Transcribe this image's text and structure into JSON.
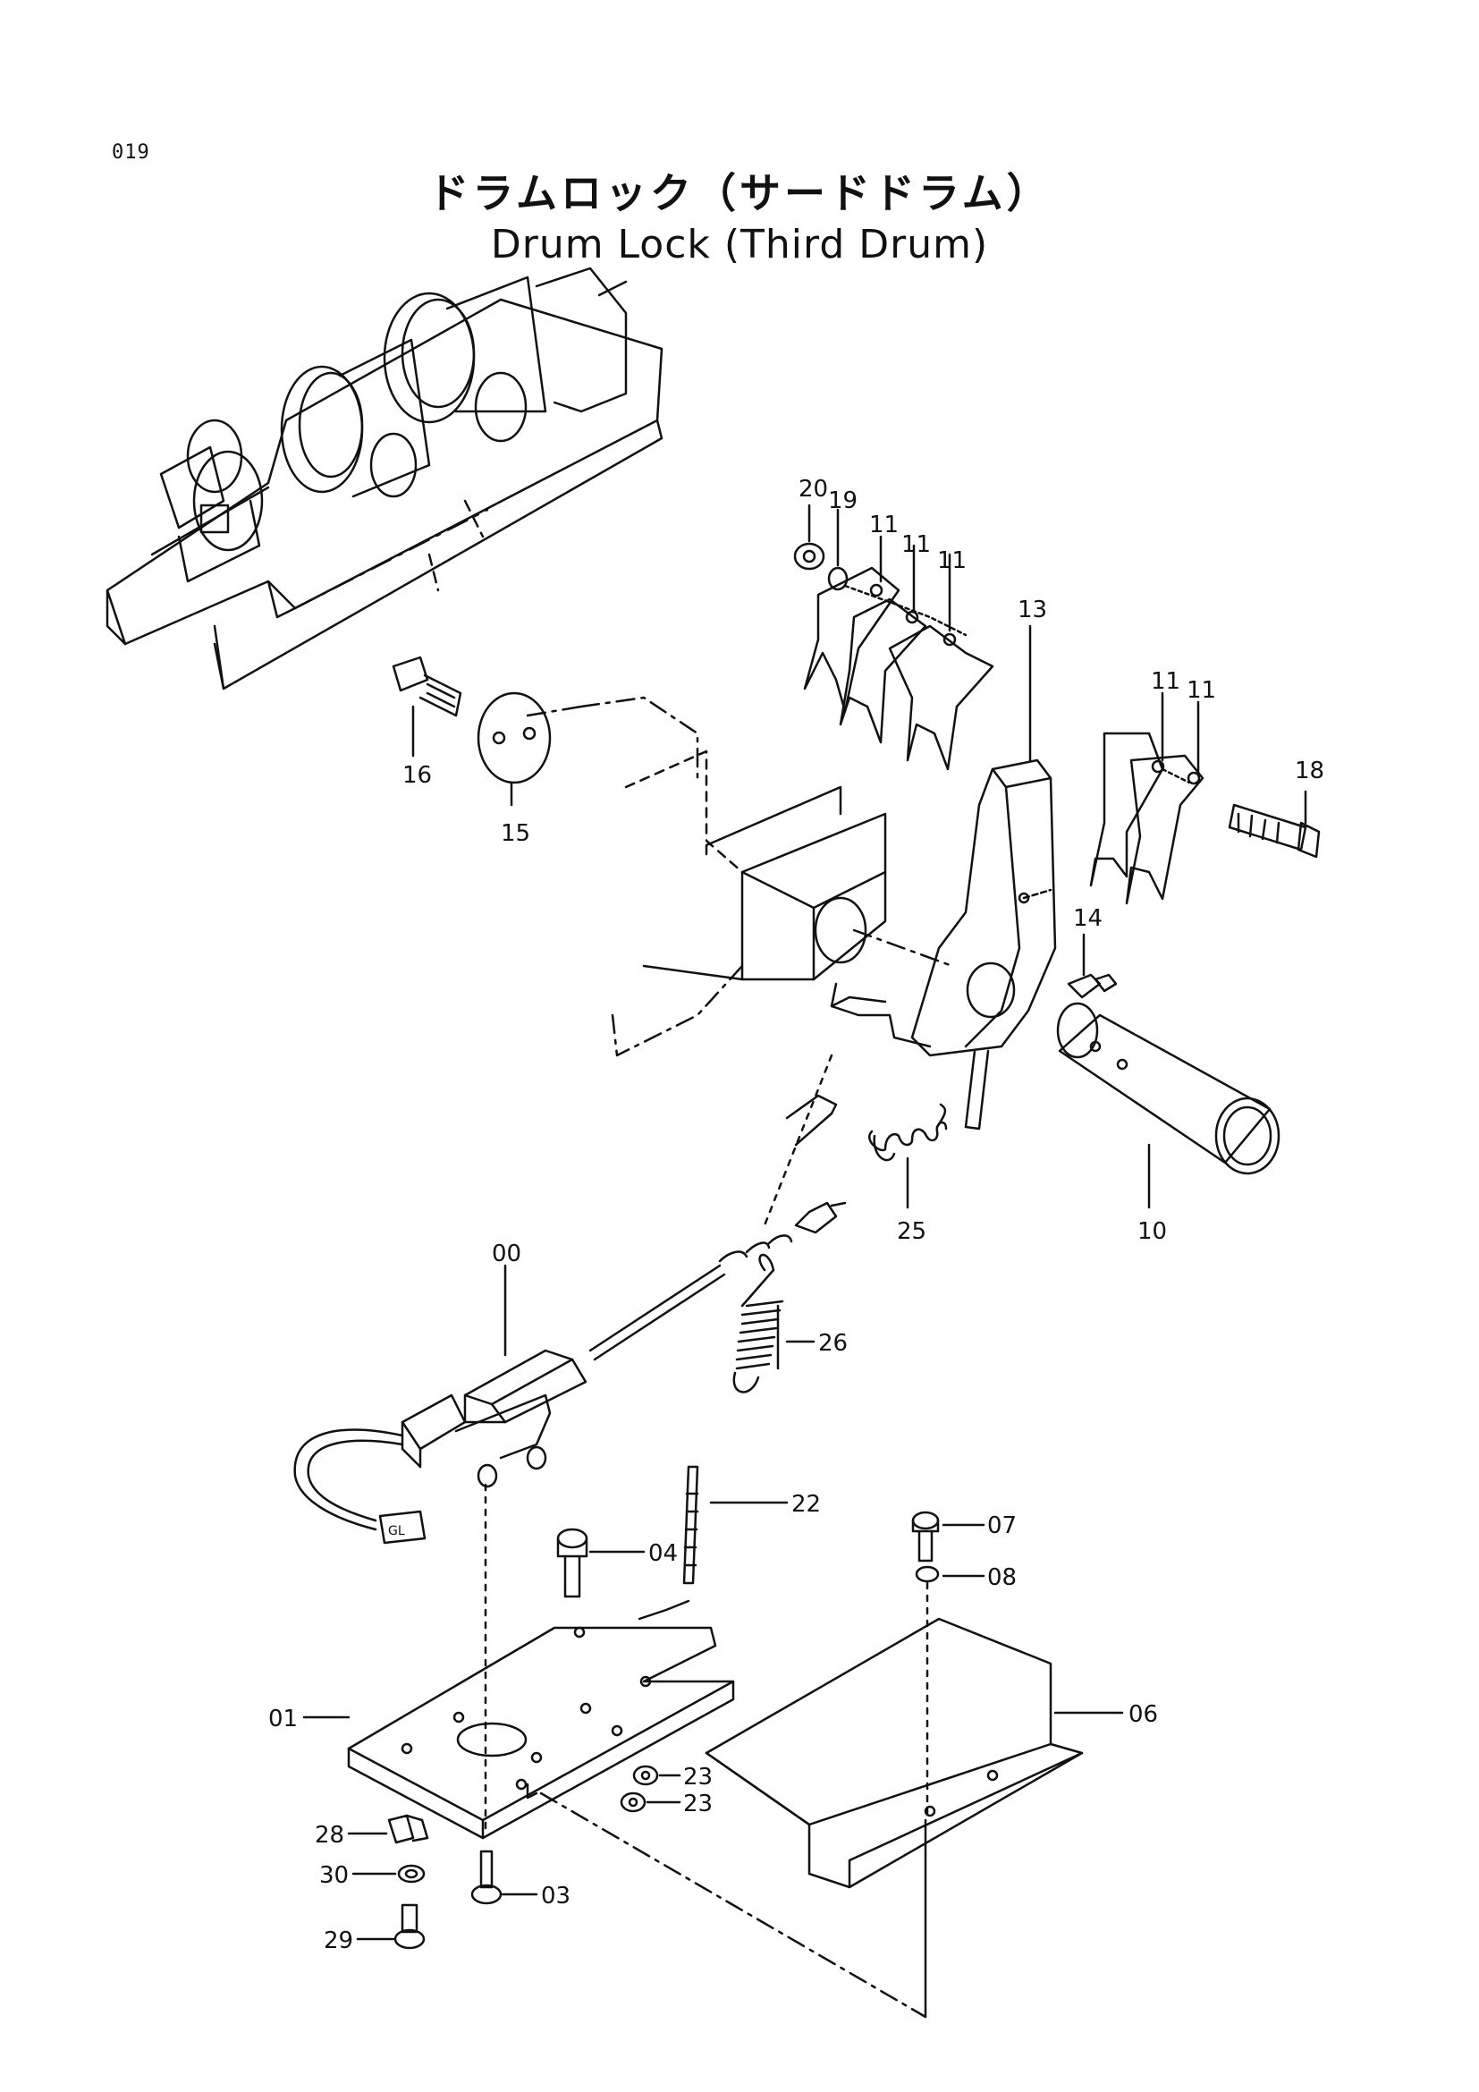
{
  "page_number": "019",
  "title_jp": "ドラムロック（サードドラム）",
  "title_en": "Drum Lock (Third Drum)",
  "callouts": {
    "p00": "00",
    "p01": "01",
    "p03": "03",
    "p04": "04",
    "p06": "06",
    "p07": "07",
    "p08": "08",
    "p10": "10",
    "p11a": "11",
    "p11b": "11",
    "p11c": "11",
    "p11d": "11",
    "p11e": "11",
    "p13": "13",
    "p14": "14",
    "p15": "15",
    "p16": "16",
    "p18": "18",
    "p19": "19",
    "p20": "20",
    "p22": "22",
    "p23a": "23",
    "p23b": "23",
    "p25": "25",
    "p26": "26",
    "p28": "28",
    "p29": "29",
    "p30": "30"
  },
  "connector_tag": "GL"
}
